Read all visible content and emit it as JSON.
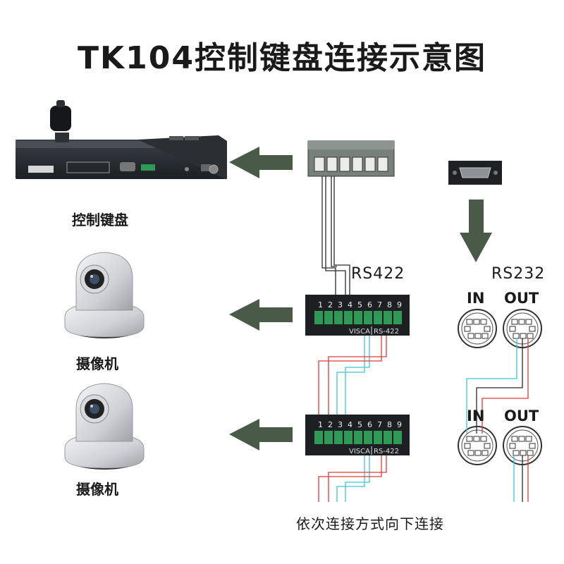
{
  "title": "TK104控制键盘连接示意图",
  "labels": {
    "keyboard": "控制键盘",
    "camera1": "摄像机",
    "camera2": "摄像机"
  },
  "protocols": {
    "rs422": "RS422",
    "rs232": "RS232"
  },
  "ports": {
    "in1": "IN",
    "out1": "OUT",
    "in2": "IN",
    "out2": "OUT"
  },
  "terminal_block": {
    "pins": [
      "1",
      "2",
      "3",
      "4",
      "5",
      "6",
      "7",
      "8",
      "9"
    ],
    "visca_label": "VISCA",
    "rs422_label": "RS-422"
  },
  "footer": "依次连接方式向下连接",
  "colors": {
    "arrow": "#4a5a48",
    "wire_red": "#e03a3a",
    "wire_cyan": "#3fc7d6",
    "wire_black": "#2a2a2a",
    "device_dark": "#23262b",
    "terminal_green": "#2f9a55"
  },
  "icons": [
    "left-arrow-icon",
    "down-arrow-icon",
    "db9-connector-icon",
    "mini-din-connector-icon",
    "ptz-camera-icon"
  ]
}
